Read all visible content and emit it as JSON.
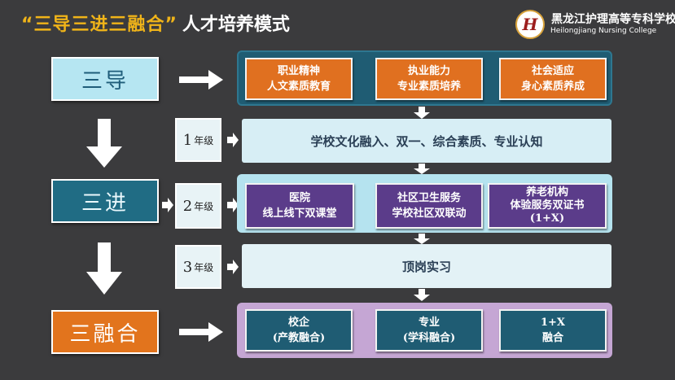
{
  "header": {
    "title_quoted": "“三导三进三融合”",
    "title_rest": "人才培养模式",
    "logo_letter": "H",
    "school_name_cn": "黑龙江护理高等专科学校",
    "school_name_en": "Heilongjiang Nursing College"
  },
  "stages": {
    "s1": "三导",
    "s2": "三进",
    "s3": "三融合"
  },
  "grades": [
    {
      "num": "1",
      "unit": "年级"
    },
    {
      "num": "2",
      "unit": "年级"
    },
    {
      "num": "3",
      "unit": "年级"
    }
  ],
  "row1": [
    {
      "line1": "职业精神",
      "line2": "人文素质教育"
    },
    {
      "line1": "执业能力",
      "line2": "专业素质培养"
    },
    {
      "line1": "社会适应",
      "line2": "身心素质养成"
    }
  ],
  "bar1": "学校文化融入、双一、综合素质、专业认知",
  "row2": [
    {
      "line1": "医院",
      "line2": "线上线下双课堂",
      "line3": ""
    },
    {
      "line1": "社区卫生服务",
      "line2": "学校社区双联动",
      "line3": ""
    },
    {
      "line1": "养老机构",
      "line2": "体验服务双证书",
      "line3": "(1+X)"
    }
  ],
  "bar2": "顶岗实习",
  "row3": [
    {
      "line1": "校企",
      "line2": "(产教融合)"
    },
    {
      "line1": "专业",
      "line2": "(学科融合)"
    },
    {
      "line1": "1+X",
      "line2": "融合"
    }
  ],
  "colors": {
    "background": "#3b3b3d",
    "title_accent": "#f0b419",
    "orange": "#e07020",
    "purple": "#5b3c8a",
    "teal": "#1f5c73",
    "light_blue": "#b6e6f2",
    "lavender": "#c5a6d4"
  }
}
